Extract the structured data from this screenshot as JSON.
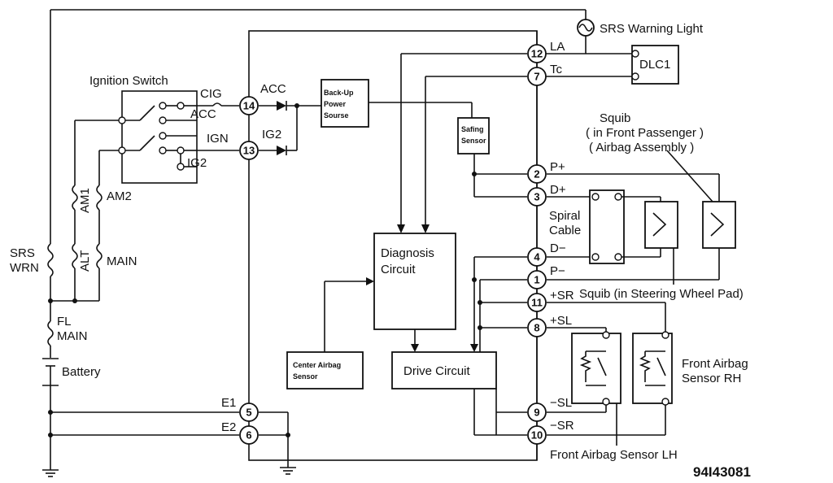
{
  "labels": {
    "srs_warning_light": "SRS Warning Light",
    "dlc1": "DLC1",
    "ignition_switch": "Ignition Switch",
    "cig": "CIG",
    "acc_switch": "ACC",
    "ign": "IGN",
    "ig2_switch": "IG2",
    "acc_line": "ACC",
    "ig2_line": "IG2",
    "backup_line1": "Back-Up",
    "backup_line2": "Power",
    "backup_line3": "Sourse",
    "safing_line1": "Safing",
    "safing_line2": "Sensor",
    "am1": "AM1",
    "am2": "AM2",
    "alt": "ALT",
    "main": "MAIN",
    "srs_wrn_line1": "SRS",
    "srs_wrn_line2": "WRN",
    "fl_main_line1": "FL",
    "fl_main_line2": "MAIN",
    "battery": "Battery",
    "diagnosis_line1": "Diagnosis",
    "diagnosis_line2": "Circuit",
    "drive_circuit": "Drive Circuit",
    "center_sensor_line1": "Center Airbag",
    "center_sensor_line2": "Sensor",
    "spiral_line1": "Spiral",
    "spiral_line2": "Cable",
    "squib_pass_line1": "Squib",
    "squib_pass_line2": "( in Front Passenger )",
    "squib_pass_line3": "( Airbag Assembly )",
    "squib_wheel": "Squib (in Steering Wheel Pad)",
    "sensor_rh_line1": "Front Airbag",
    "sensor_rh_line2": "Sensor RH",
    "sensor_lh": "Front Airbag Sensor LH",
    "e1": "E1",
    "e2": "E2",
    "figure_code": "94I43081"
  },
  "pins": [
    {
      "num": "12",
      "label": "LA"
    },
    {
      "num": "7",
      "label": "Tc"
    },
    {
      "num": "14",
      "label": ""
    },
    {
      "num": "13",
      "label": ""
    },
    {
      "num": "2",
      "label": "P+"
    },
    {
      "num": "3",
      "label": "D+"
    },
    {
      "num": "4",
      "label": "D−"
    },
    {
      "num": "1",
      "label": "P−"
    },
    {
      "num": "11",
      "label": "+SR"
    },
    {
      "num": "8",
      "label": "+SL"
    },
    {
      "num": "9",
      "label": "−SL"
    },
    {
      "num": "10",
      "label": "−SR"
    },
    {
      "num": "5",
      "label": "E1"
    },
    {
      "num": "6",
      "label": "E2"
    }
  ]
}
